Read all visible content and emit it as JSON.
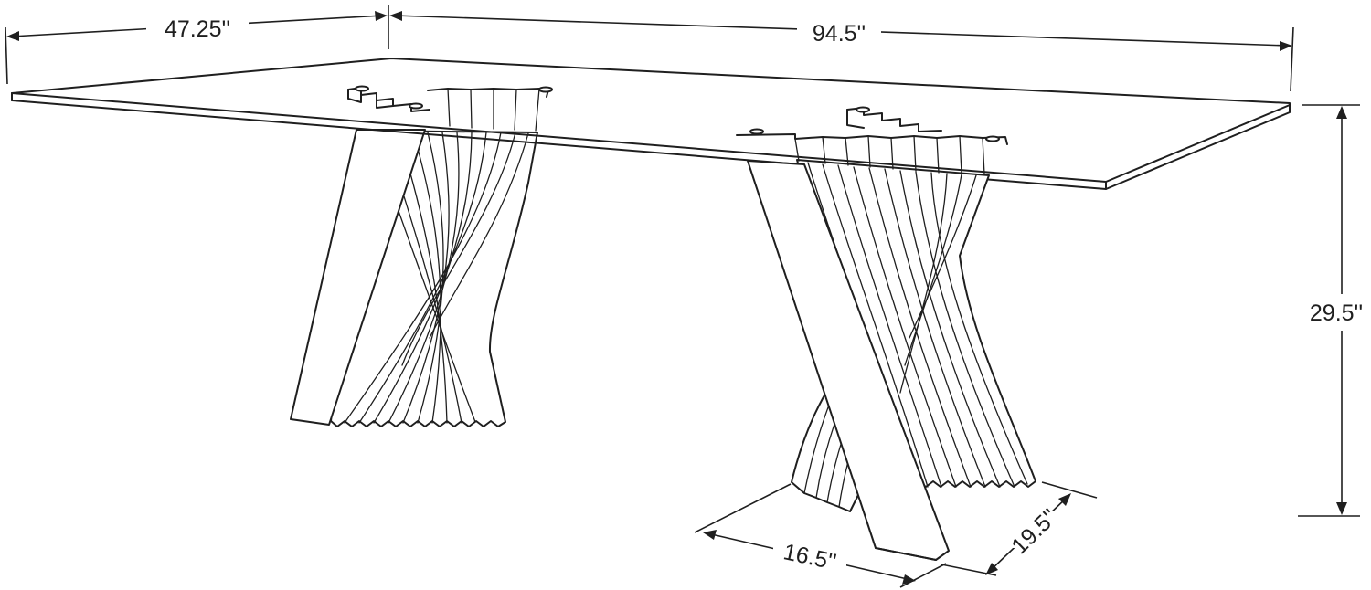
{
  "dimensions": {
    "width": "47.25''",
    "length": "94.5''",
    "height": "29.5''",
    "base_width": "16.5''",
    "base_depth": "19.5''"
  }
}
